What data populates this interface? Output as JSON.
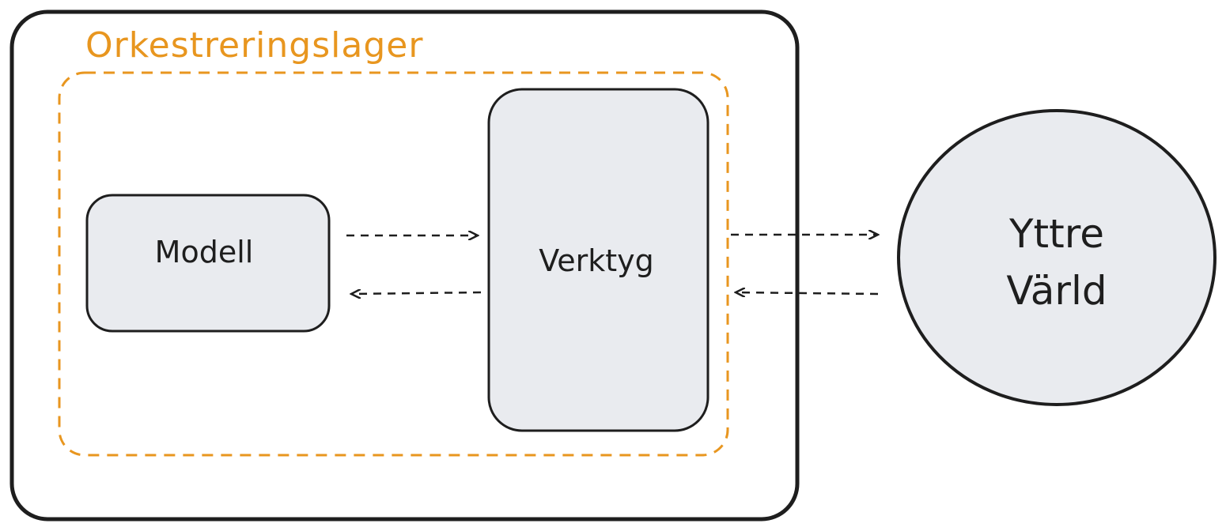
{
  "colors": {
    "ink": "#1e1e1e",
    "accent": "#e8961f",
    "node_fill": "#e9ebef",
    "background": "#ffffff"
  },
  "diagram": {
    "layer_label": "Orkestreringslager",
    "model_label": "Modell",
    "tools_label": "Verktyg",
    "world_label_line1": "Yttre",
    "world_label_line2": "Värld"
  }
}
